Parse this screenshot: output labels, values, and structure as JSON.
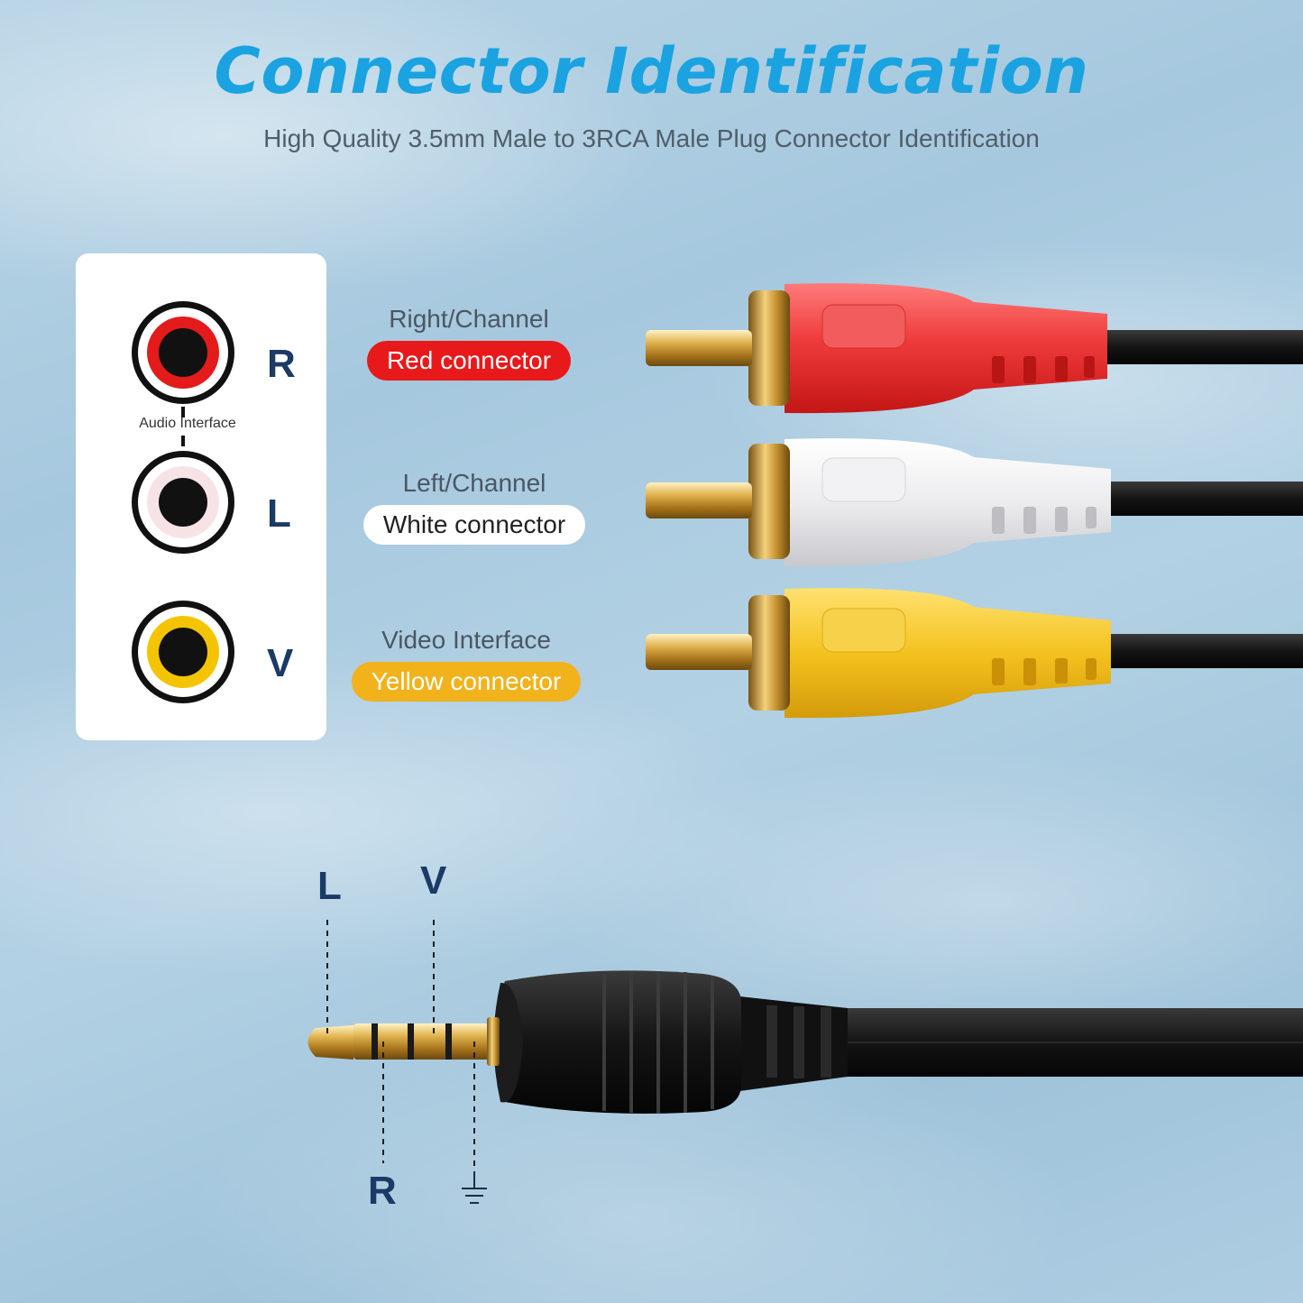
{
  "header": {
    "title": "Connector Identification",
    "subtitle": "High Quality 3.5mm Male to 3RCA Male Plug Connector Identification"
  },
  "jack_panel": {
    "audio_label": "Audio Interface",
    "jacks": [
      {
        "letter": "R",
        "ring_color": "#e31b1b"
      },
      {
        "letter": "L",
        "ring_color": "#f7e3e6"
      },
      {
        "letter": "V",
        "ring_color": "#f5c400"
      }
    ]
  },
  "connectors": [
    {
      "caption": "Right/Channel",
      "pill": "Red connector",
      "pill_bg": "#e8191b",
      "pill_fg": "#ffffff",
      "body_color": "#ef3e3e"
    },
    {
      "caption": "Left/Channel",
      "pill": "White connector",
      "pill_bg": "#ffffff",
      "pill_fg": "#222222",
      "body_color": "#e8e8ea"
    },
    {
      "caption": "Video Interface",
      "pill": "Yellow connector",
      "pill_bg": "#f1b21c",
      "pill_fg": "#ffffff",
      "body_color": "#f4c727"
    }
  ],
  "plug_pins": {
    "top": [
      "L",
      "V"
    ],
    "bottom": [
      "R"
    ],
    "ground_icon": "ground-icon"
  }
}
